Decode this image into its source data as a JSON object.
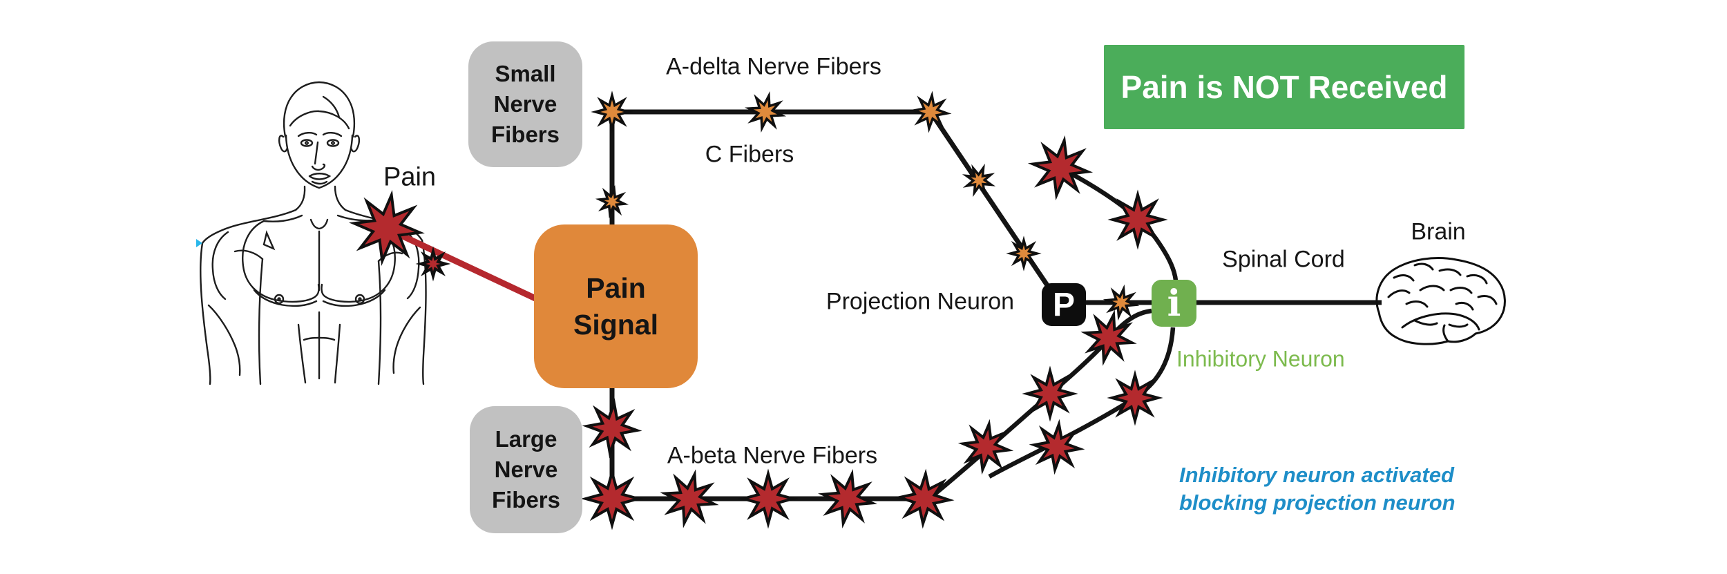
{
  "figure": {
    "pain_label": "Pain"
  },
  "boxes": {
    "small_fibers": {
      "lines": [
        "Small",
        "Nerve",
        "Fibers"
      ]
    },
    "large_fibers": {
      "lines": [
        "Large",
        "Nerve",
        "Fibers"
      ]
    },
    "pain_signal": {
      "lines": [
        "Pain",
        "Signal"
      ]
    },
    "banner": {
      "text": "Pain is NOT Received"
    }
  },
  "paths": {
    "a_delta_label": "A-delta Nerve Fibers",
    "c_fibers_label": "C Fibers",
    "a_beta_label": "A-beta Nerve Fibers"
  },
  "nodes": {
    "projection": {
      "letter": "P",
      "label": "Projection Neuron"
    },
    "inhibitory": {
      "letter": "i",
      "label": "Inhibitory Neuron"
    }
  },
  "right": {
    "spinal_cord": "Spinal Cord",
    "brain": "Brain",
    "annotation_line1": "Inhibitory neuron activated",
    "annotation_line2": "blocking projection neuron"
  },
  "colors": {
    "star_red": "#b42a2e",
    "star_orange": "#e08a3c",
    "box_orange": "#e0883a",
    "box_gray": "#c1c1c1",
    "banner_green": "#4bad5a",
    "node_green": "#70b04f",
    "inhibitory_text_green": "#7cba4d",
    "annotation_blue": "#1e8ec8",
    "signal_red": "#b5282e",
    "line_black": "#141414",
    "cursor_blue": "#2ab7ea"
  }
}
